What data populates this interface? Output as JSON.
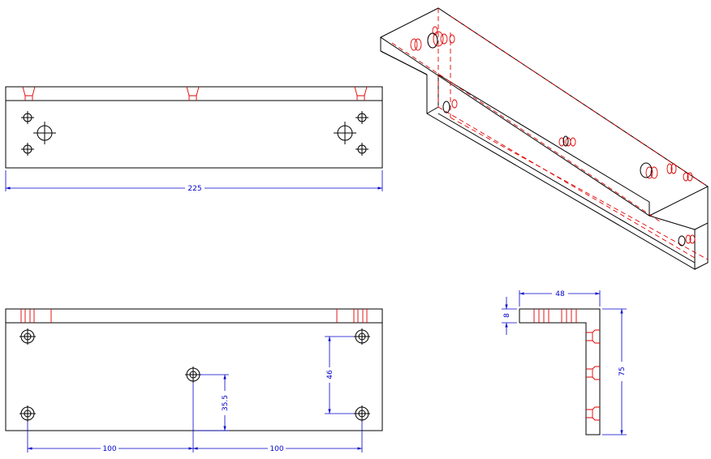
{
  "drawing": {
    "dimensions": {
      "top_length": "225",
      "front_spacing_left": "100",
      "front_spacing_right": "100",
      "front_vertical_small": "35.5",
      "front_vertical_holes": "46",
      "side_width": "48",
      "side_thickness": "8",
      "side_height": "75"
    },
    "colors": {
      "visible_edges": "#000000",
      "hidden_lines": "#e00000",
      "dimensions": "#0000cc",
      "background": "#ffffff"
    }
  }
}
